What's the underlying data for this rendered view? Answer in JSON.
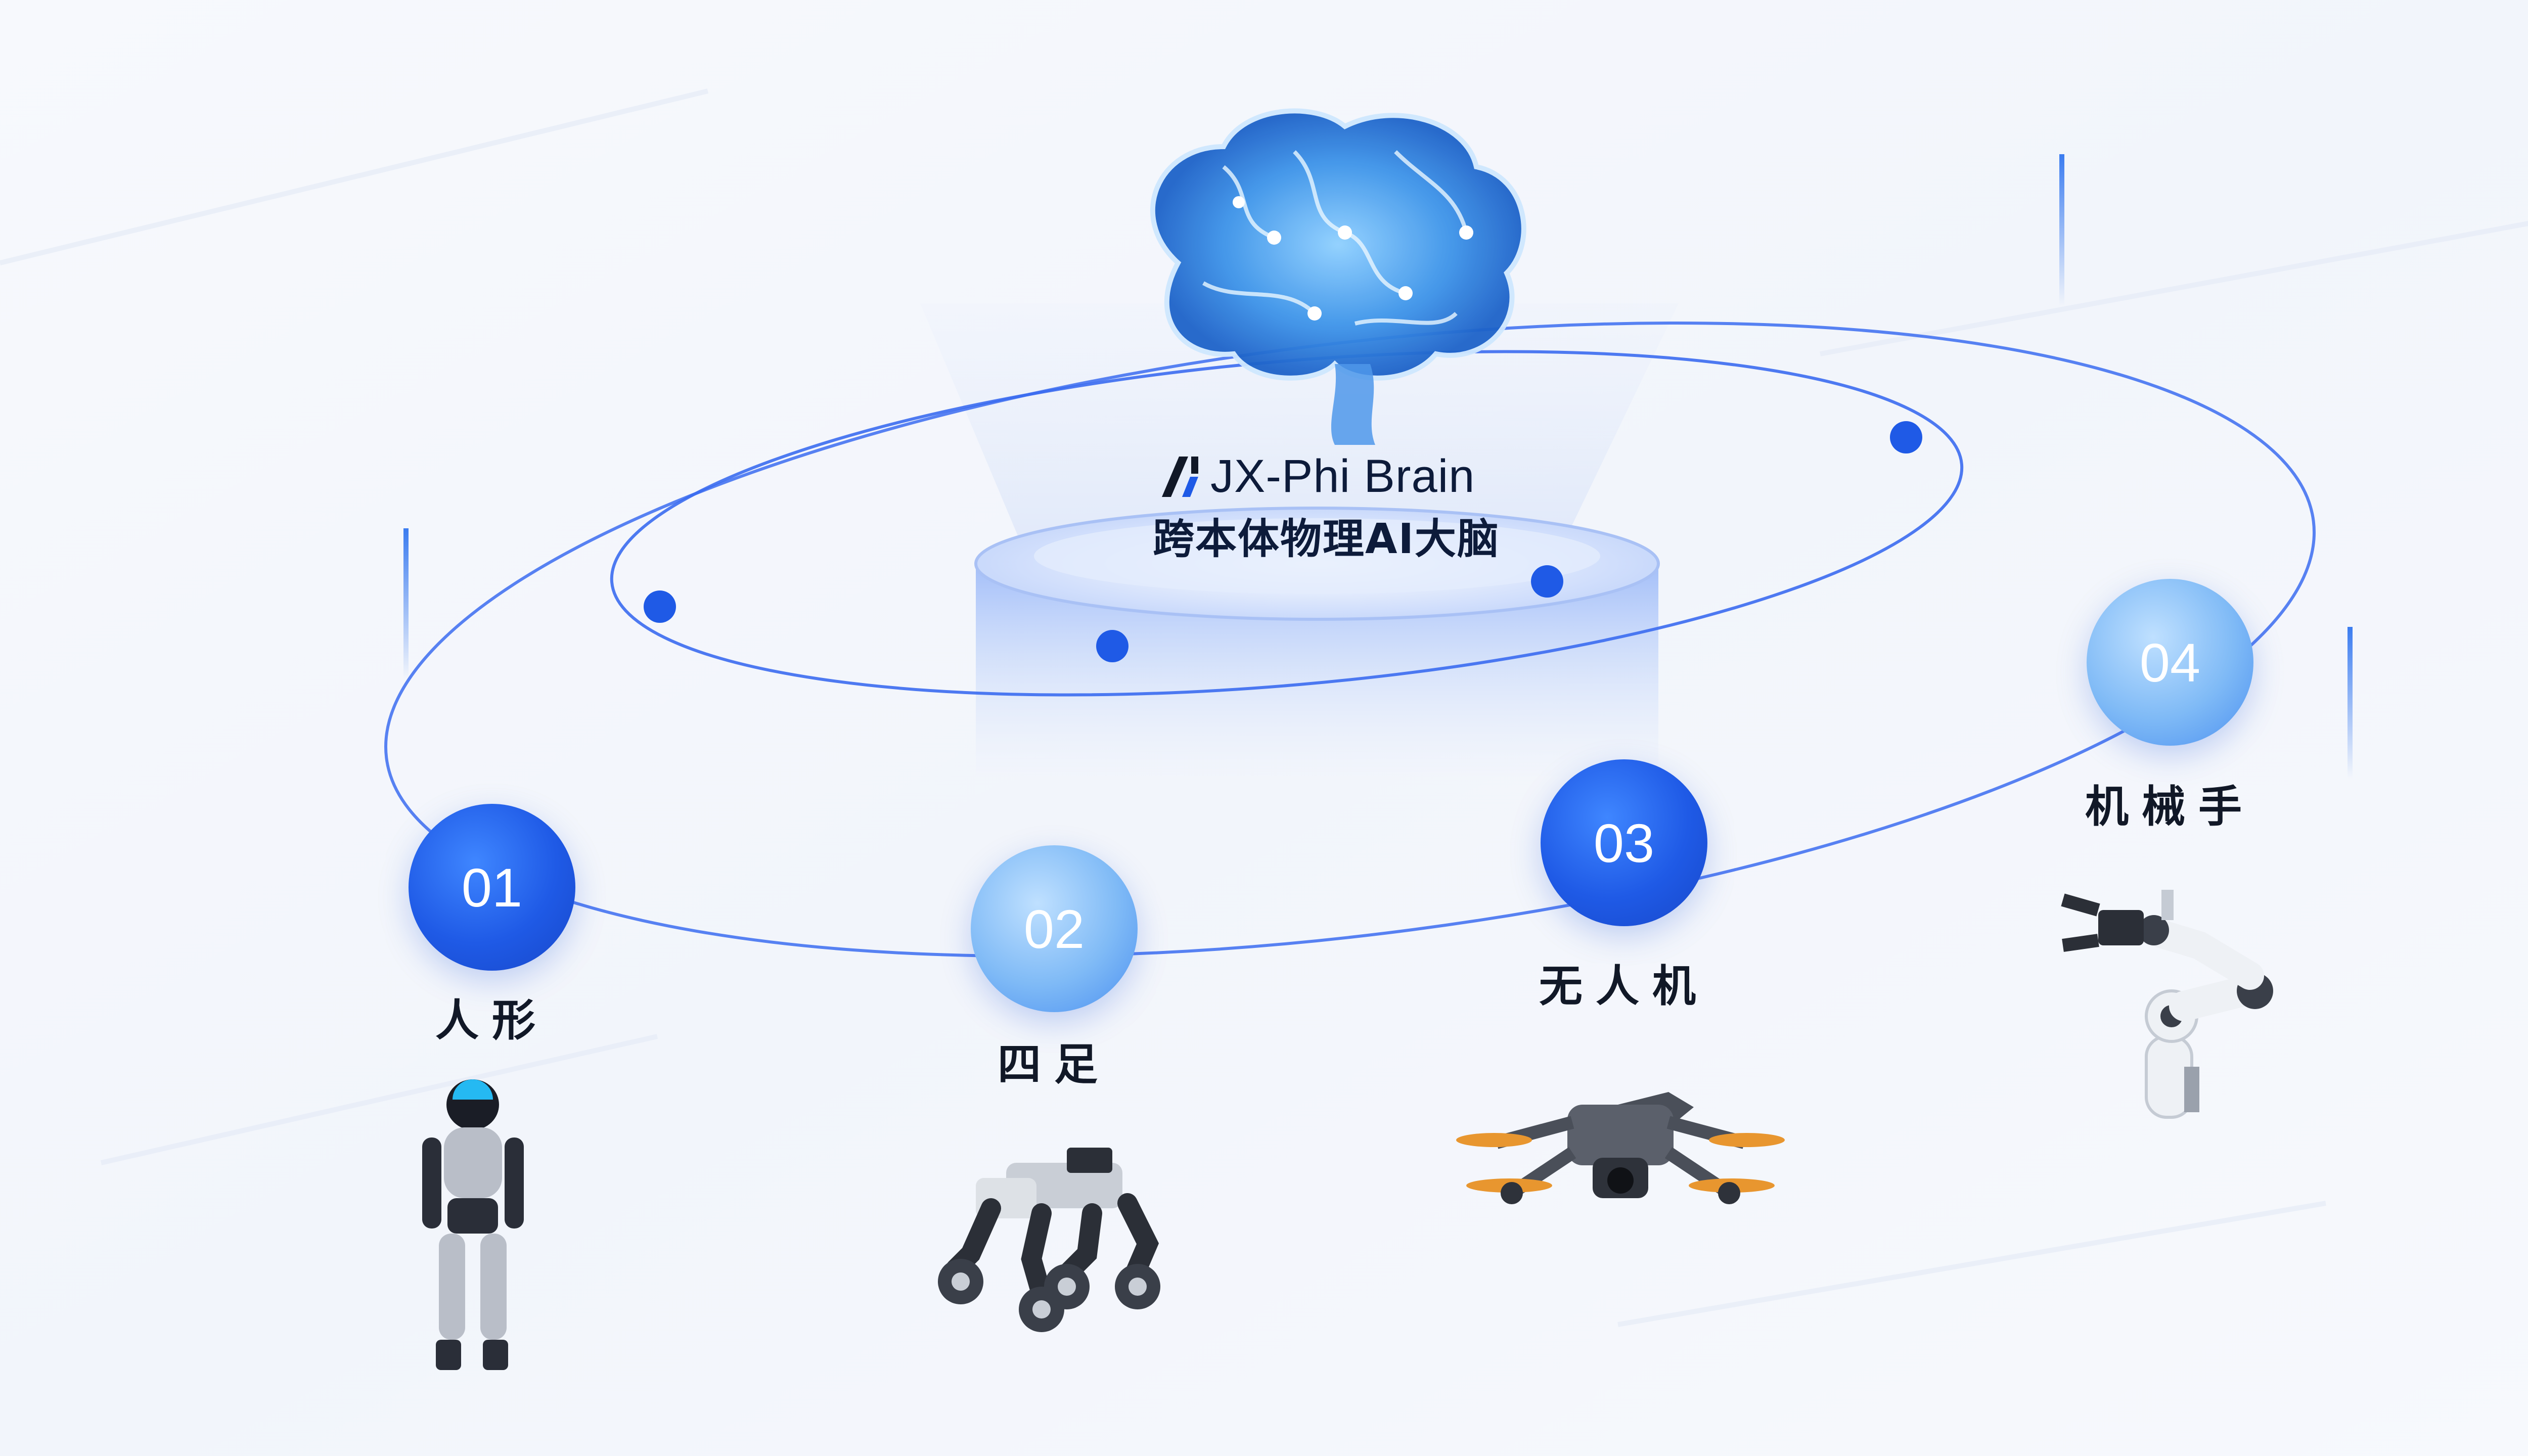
{
  "brand": {
    "name": "JX-Phi Brain",
    "subtitle": "跨本体物理AI大脑"
  },
  "nodes": [
    {
      "number": "01",
      "label": "人形",
      "image": "humanoid-robot",
      "tone": "dark"
    },
    {
      "number": "02",
      "label": "四足",
      "image": "quadruped-robot",
      "tone": "light"
    },
    {
      "number": "03",
      "label": "无人机",
      "image": "drone",
      "tone": "dark"
    },
    {
      "number": "04",
      "label": "机械手",
      "image": "robotic-arm",
      "tone": "light"
    }
  ],
  "colors": {
    "accent": "#1f5ae6",
    "accent_light": "#7fbaf6",
    "orbit": "#3b6cf0",
    "text": "#111827"
  }
}
